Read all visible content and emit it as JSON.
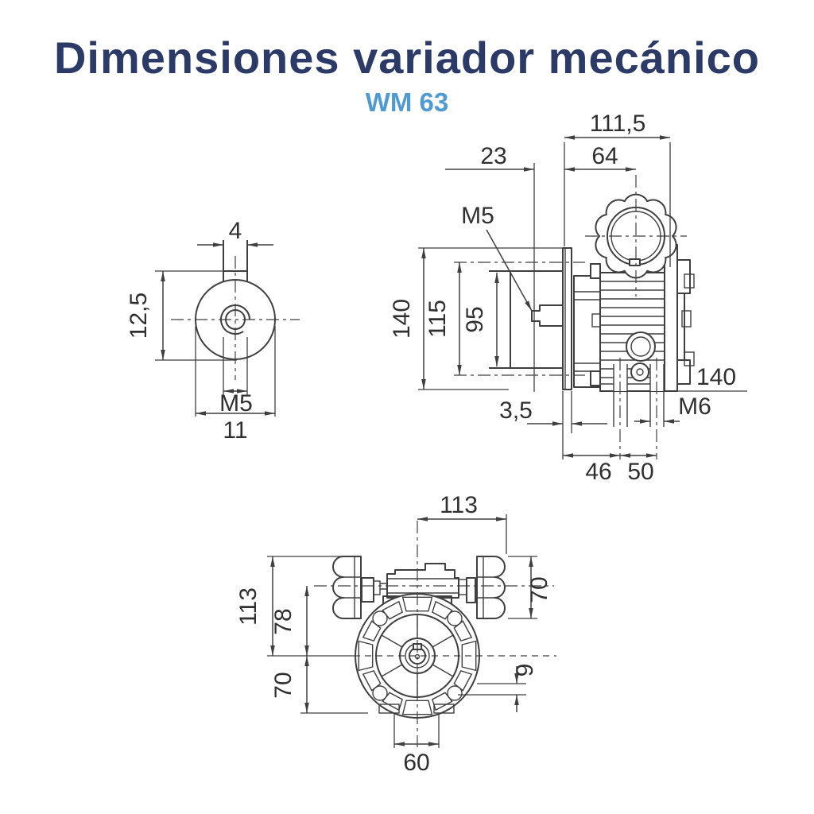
{
  "header": {
    "title": "Dimensiones variador mecánico",
    "subtitle": "WM 63"
  },
  "colors": {
    "title": "#2b3a66",
    "subtitle": "#4f9ad2",
    "line": "#3f3f3f",
    "text": "#2f2f2f",
    "background": "#ffffff"
  },
  "dims": {
    "v1_keyway_width": "4",
    "v1_keyway_depth": "12,5",
    "v1_thread": "M5",
    "v1_shaft_dia": "11",
    "v2_overall_width": "111,5",
    "v2_input_offset": "23",
    "v2_center_width": "64",
    "v2_thread_input": "M5",
    "v2_flange_height": "140",
    "v2_bolt_spacing_v": "115",
    "v2_shaft_height": "95",
    "v2_flange_thickness": "3,5",
    "v2_body_height": "140",
    "v2_thread_base": "M6",
    "v2_base_offset": "46",
    "v2_base_spacing": "50",
    "v3_span": "113",
    "v3_total_height": "113",
    "v3_center_height": "78",
    "v3_lower_height": "70",
    "v3_wheel_height": "70",
    "v3_hole_offset": "9",
    "v3_foot_width": "60"
  }
}
